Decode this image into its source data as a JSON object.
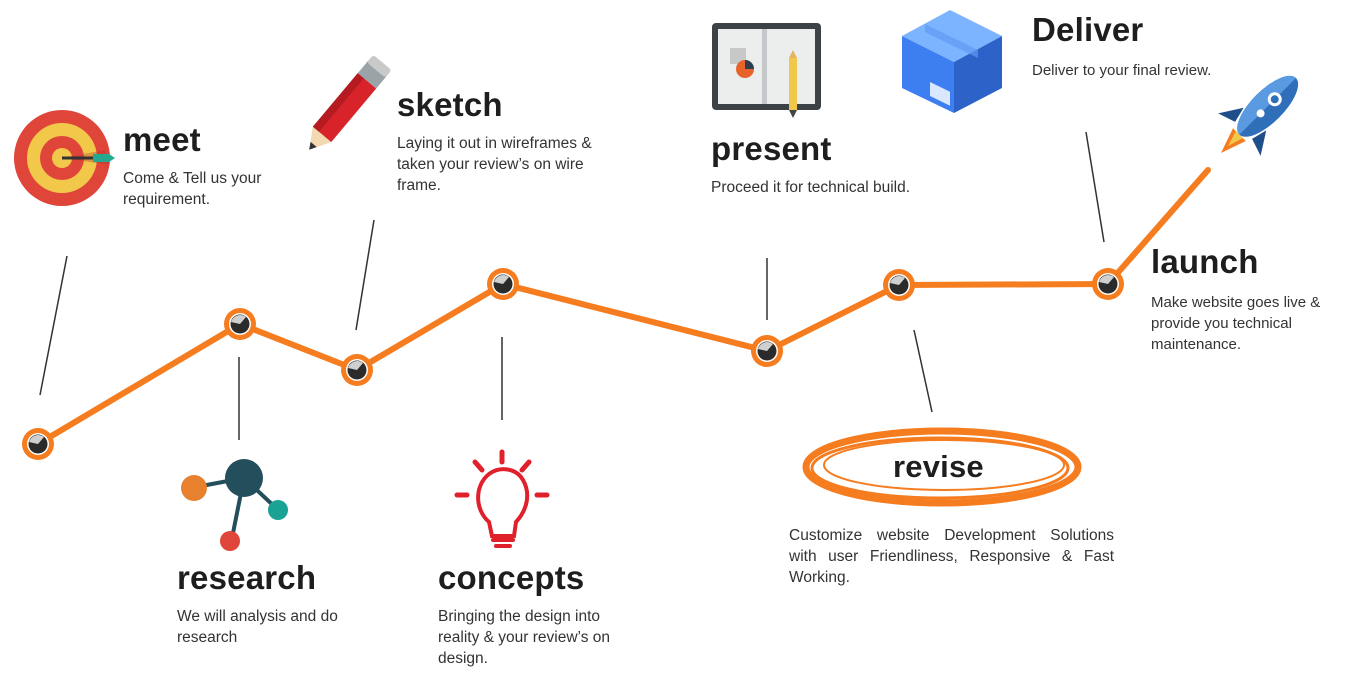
{
  "steps": {
    "meet": {
      "title": "meet",
      "desc": "Come & Tell us your requirement."
    },
    "research": {
      "title": "research",
      "desc": "We will analysis and do research"
    },
    "sketch": {
      "title": "sketch",
      "desc": "Laying it out in wireframes & taken your review’s on wire frame."
    },
    "concepts": {
      "title": "concepts",
      "desc": "Bringing the design into reality & your review’s on design."
    },
    "present": {
      "title": "present",
      "desc": "Proceed it for technical build."
    },
    "revise": {
      "title": "revise",
      "desc": "Customize website Development Solutions with user Friendliness, Responsive & Fast Working."
    },
    "deliver": {
      "title": "Deliver",
      "desc": "Deliver to your final review."
    },
    "launch": {
      "title": "launch",
      "desc": "Make website goes live & provide you technical maintenance."
    }
  },
  "icons": {
    "meet": "target-icon",
    "research": "molecule-icon",
    "sketch": "pencil-icon",
    "concepts": "lightbulb-icon",
    "present": "presentation-board-icon",
    "revise": "scribble-circle-icon",
    "deliver": "box-icon",
    "launch": "rocket-icon"
  },
  "colors": {
    "accent": "#f57c1f",
    "node_fill": "#2b2b2b",
    "text": "#222222",
    "target_red": "#e0453a",
    "target_yellow": "#f2c84b",
    "box_blue": "#3d7ff0",
    "rocket_blue": "#2f6fba",
    "research_teal": "#1aa394",
    "research_dark": "#234e5c",
    "bulb_red": "#e0202a"
  }
}
